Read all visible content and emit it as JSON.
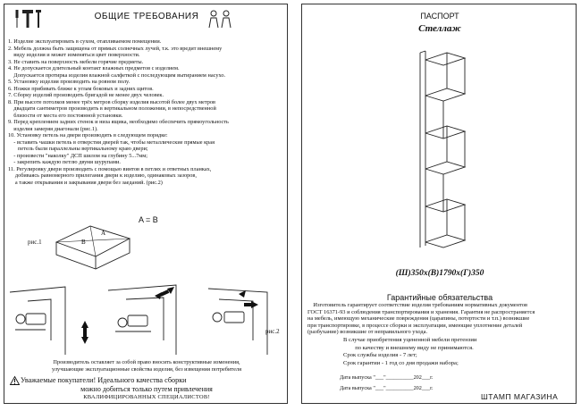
{
  "left": {
    "title": "ОБЩИЕ ТРЕБОВАНИЯ",
    "requirements": [
      "1. Изделие эксплуатировать в сухом, отапливаемом помещении.",
      "2. Мебель должна быть защищена от прямых солнечных лучей, т.к. это вредит внешнему\n    виду изделия и может изменяться цвет поверхности.",
      "3. Не ставить на поверхность мебели горячие предметы.",
      "4. Не допускается длительный контакт влажных предметов с изделием.\n    Допускается протирка изделия влажной салфеткой с последующим вытиранием насухо.",
      "5. Установку изделия производить на ровном полу.",
      "6. Ножки прибивать ближе к углам боковых и задних щитов.",
      "7. Сборку изделий производить бригадой не менее двух человек.",
      "8. При высоте потолков менее трёх метров сборку изделия высотой более двух метров\n    двадцати сантиметров производить в вертикальном положении, в непосредственной\n    близости от места его постоянной установки.",
      "9. Перед креплением задних стенок и низа ящика, необходимо обеспечить прямоугольность\n    изделия замеряя диагонали (рис.1).",
      "10. Установку петель на двери производить в следующем порядке:\n    - вставить чашки петель в отверстия дверей так, чтобы металлические прямые края\n       петель были параллельны вертикальному краю двери;\n    - произвести \"наколку\" ДСП шилом на глубину 5...7мм;\n    - закрепить каждую петлю двумя шурупами.",
      "11. Регулировку двери производить с помощью винтов в петлях и ответных планках,\n     добиваясь равномерного прилегания двери к изделию, одинаковых зазоров,\n     а также открывания и закрывания двери без заеданий. (рис.2)"
    ],
    "formula": "A = B",
    "fig1_label": "рис.1",
    "fig2_label": "рис.2",
    "diag_a": "A",
    "diag_b": "B",
    "maker_note": "Производитель оставляет за собой право вносить конструктивные изменения,\nулучшающие эксплуатационные свойства изделия, без извещения потребителя",
    "warning_line": "Уважаемые покупатели! Идеального качества сборки",
    "warning_sub": "можно добиться только путем привлечения",
    "warning_caps": "КВАЛИФИЦИРОВАННЫХ СПЕЦИАЛИСТОВ!"
  },
  "right": {
    "title": "ПАСПОРТ",
    "product": "Стеллаж",
    "dimensions": "(Ш)350х(В)1790х(Г)350",
    "warranty_title": "Гарантийные обязательства",
    "warranty_text": "    Изготовитель гарантирует соответствие изделия требованиям нормативных документов\nГОСТ 16371-93 и соблюдения транспортирования и хранения. Гарантия не распространяется\nна мебель, имеющую механические повреждения (царапины, потертости и т.п.) возникшие\nпри транспортировке, в процессе сборки и эксплуатации, имеющие уплотнение деталей\n(разбухание) возникшие от неправильного ухода.",
    "terms_1": "В случае приобретения уцененной мебели претензии\n        по качеству и внешнему виду не принимаются.",
    "terms_2": "Срок службы изделия - 7 лет;",
    "terms_3": "Срок гарантии - 1 год со дня продажи набора;",
    "date_release_1": "Дата выпуска \"___\"__________202___г.",
    "date_release_2": "Дата выпуска \"___\"__________202___г.",
    "stamp": "ШТАМП МАГАЗИНА"
  },
  "icons": [
    "screwdriver-icon",
    "hammer-icon",
    "two-people-icon",
    "warning-triangle-icon",
    "shelf-unit-drawing",
    "box-diagonal-drawing",
    "hinge-adjust-drawing"
  ]
}
